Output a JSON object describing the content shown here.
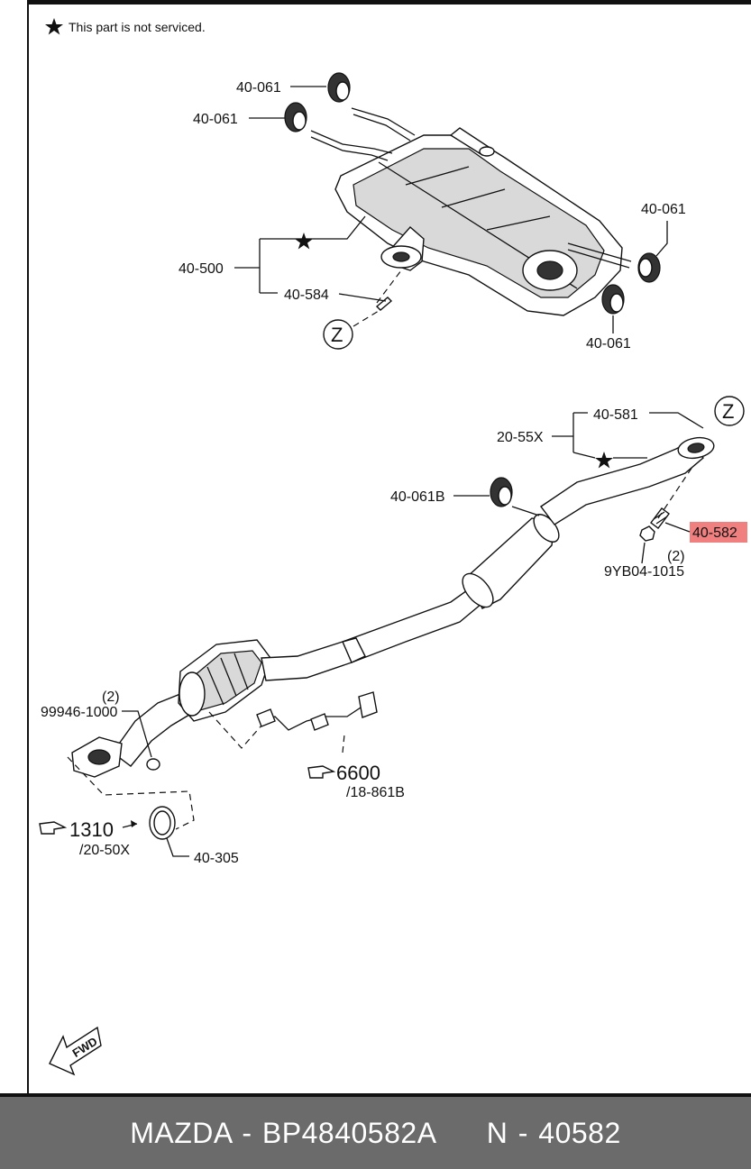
{
  "note": {
    "text": "This part is not serviced."
  },
  "labels": {
    "top_hanger_1": "40-061",
    "top_hanger_2": "40-061",
    "right_hanger_1": "40-061",
    "right_hanger_2": "40-061",
    "muffler": "40-500",
    "muffler_gasket": "40-584",
    "ref_z_top": "Z",
    "ref_z_mid": "Z",
    "pipe_gasket": "40-581",
    "middle_pipe": "20-55X",
    "hanger_b": "40-061B",
    "stud_bolt": "40-582",
    "nut_qty": "(2)",
    "nut": "9YB04-1015",
    "bolt_qty": "(2)",
    "bolt": "99946-1000",
    "ref_sensor_num": "6600",
    "ref_sensor_page": "/18-861B",
    "ref_cat_num": "1310",
    "ref_cat_page": "/20-50X",
    "gasket_ring": "40-305",
    "fwd": "FWD"
  },
  "highlight": {
    "part": "40-582",
    "color": "#f08080"
  },
  "icons": [
    "star-icon",
    "pointing-hand-icon",
    "fwd-arrow-icon"
  ],
  "footer": {
    "text": "MAZDA - BP4840582A     N - 40582"
  }
}
